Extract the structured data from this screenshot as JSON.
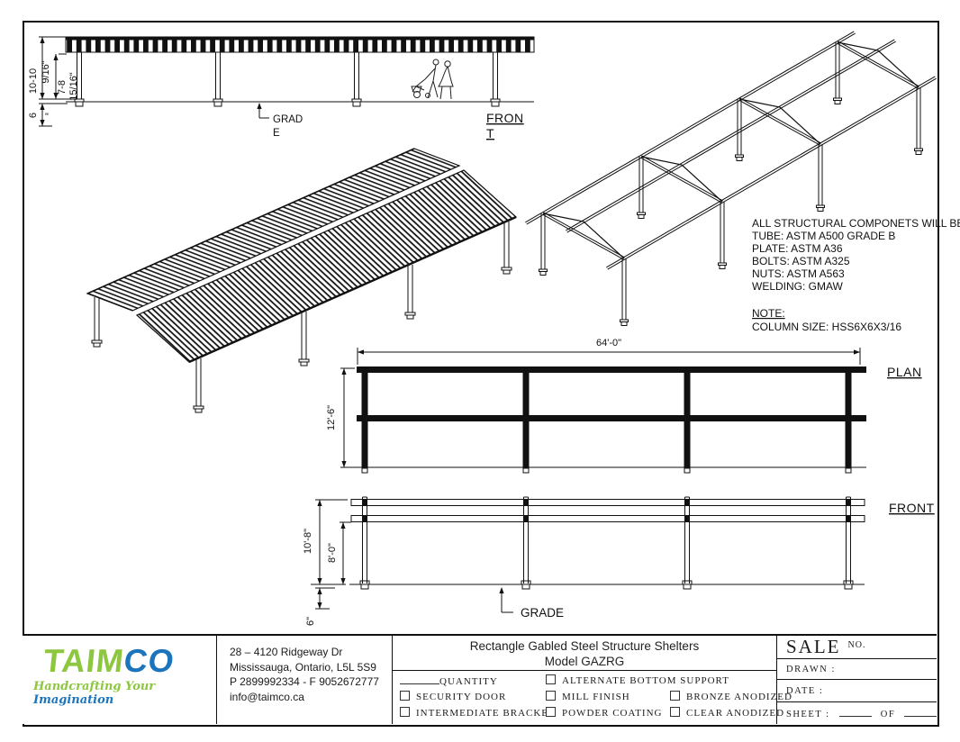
{
  "drawing": {
    "front_elevation": {
      "label_l1": "FRON",
      "label_l2": "T",
      "grade_l1": "GRAD",
      "grade_l2": "E",
      "dim_total_l1": "10-10",
      "dim_total_l2": "9/16\"",
      "dim_clear_l1": "7-8",
      "dim_clear_l2": "15/16\"",
      "dim_footing": "6",
      "dim_footing_unit": "\""
    },
    "structural_notes": {
      "line1": "ALL STRUCTURAL COMPONETS WILL BE:",
      "line2": "TUBE: ASTM A500 GRADE B",
      "line3": "PLATE: ASTM A36",
      "line4": "BOLTS: ASTM A325",
      "line5": "NUTS: ASTM A563",
      "line6": "WELDING: GMAW",
      "note_heading": "NOTE:",
      "note_body": "COLUMN SIZE: HSS6X6X3/16"
    },
    "plan_view": {
      "label": "PLAN",
      "dim_length": "64'-0\"",
      "dim_width": "12'-6\""
    },
    "front_view": {
      "label": "FRONT",
      "grade": "GRADE",
      "dim_total": "10'-8\"",
      "dim_clear": "8'-0\"",
      "dim_footing": "6\""
    }
  },
  "title_block": {
    "logo": {
      "text_primary": "TAIM",
      "text_secondary": "CO",
      "tagline_primary": "Handcrafting Your",
      "tagline_secondary": "Imagination",
      "color_green": "#8DC63F",
      "color_blue": "#1C75BC"
    },
    "address": {
      "line1": "28 – 4120 Ridgeway Dr",
      "line2": "Mississauga, Ontario, L5L 5S9",
      "line3": "P 2899992334 - F 9052672777",
      "line4": "info@taimco.ca"
    },
    "title": {
      "line1": "Rectangle Gabled Steel Structure Shelters",
      "line2": "Model GAZRG"
    },
    "options": {
      "quantity": "QUANTITY",
      "security_door": "SECURITY DOOR",
      "intermediate_bracket": "INTERMEDIATE BRACKET",
      "alternate_bottom_support": "ALTERNATE BOTTOM SUPPORT",
      "mill_finish": "MILL FINISH",
      "powder_coating": "POWDER COATING",
      "bronze_anodized": "BRONZE ANODIZED",
      "clear_anodized": "CLEAR ANODIZED"
    },
    "sale_block": {
      "sale": "SALE",
      "no": "NO.",
      "drawn": "DRAWN :",
      "date": "DATE :",
      "sheet": "SHEET :",
      "of": "OF"
    }
  }
}
